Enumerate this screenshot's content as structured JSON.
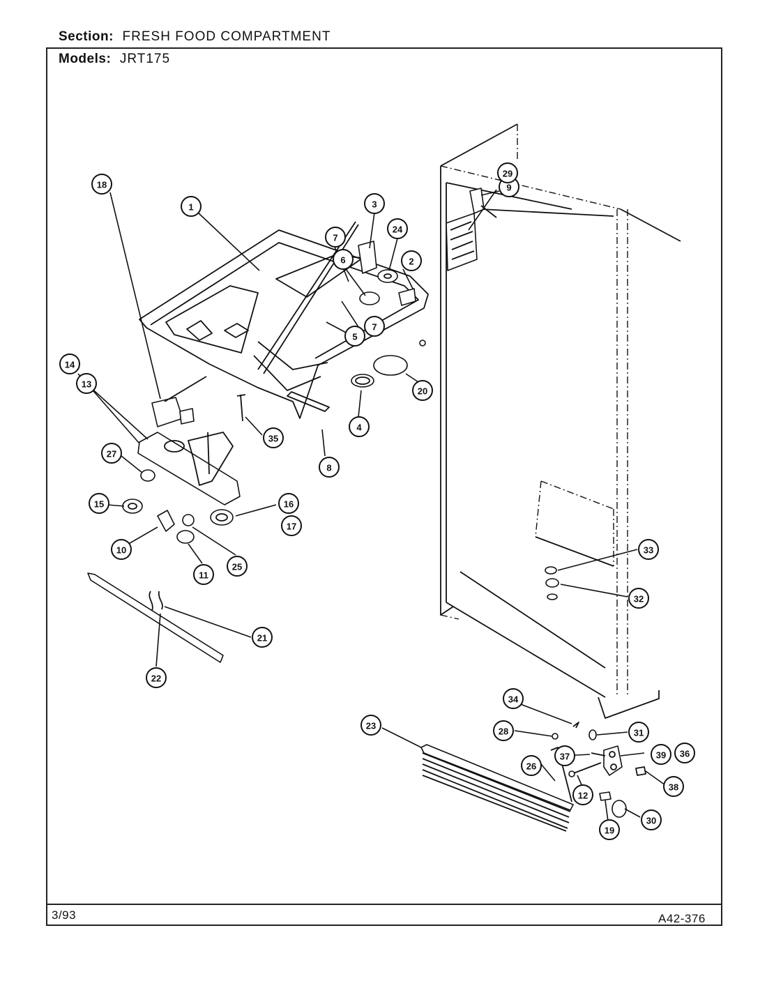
{
  "header": {
    "section_label": "Section:",
    "section_value": "FRESH FOOD COMPARTMENT",
    "models_label": "Models:",
    "models_value": "JRT175"
  },
  "footer": {
    "date": "3/93",
    "code": "A42-376"
  },
  "callouts": [
    "1",
    "2",
    "3",
    "4",
    "5",
    "6",
    "7",
    "7",
    "8",
    "9",
    "10",
    "11",
    "12",
    "13",
    "14",
    "15",
    "16",
    "17",
    "18",
    "19",
    "20",
    "21",
    "22",
    "23",
    "24",
    "25",
    "26",
    "27",
    "28",
    "29",
    "30",
    "31",
    "32",
    "33",
    "34",
    "35",
    "36",
    "37",
    "38",
    "39"
  ]
}
